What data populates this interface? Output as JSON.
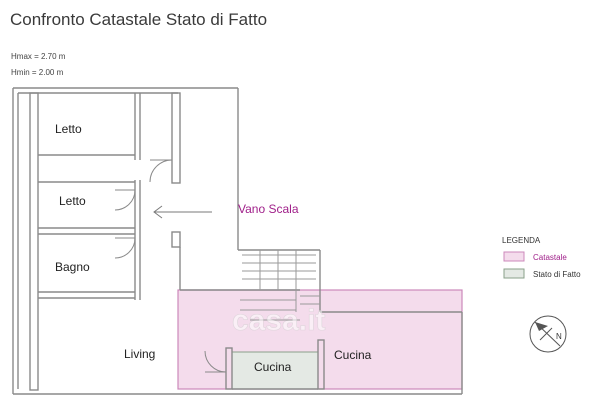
{
  "header": {
    "title": "Confronto Catastale Stato di Fatto",
    "hmax": "Hmax = 2.70 m",
    "hmin": "Hmin = 2.00 m"
  },
  "rooms": {
    "letto_1": "Letto",
    "letto_2": "Letto",
    "bagno": "Bagno",
    "living": "Living",
    "cucina_stato": "Cucina",
    "cucina_catastale": "Cucina",
    "vano_scala": "Vano Scala"
  },
  "legend": {
    "title": "LEGENDA",
    "catastale_label": "Catastale",
    "stato_label": "Stato di Fatto",
    "catastale_color": "#f4dcec",
    "catastale_border": "#cc88bb",
    "stato_color": "#e4e9e4",
    "stato_border": "#8aa08a"
  },
  "compass": {
    "label": "N"
  },
  "watermark": {
    "text": "casa.it"
  },
  "colors": {
    "wall": "#8a8a8a",
    "accent": "#a0208a"
  }
}
